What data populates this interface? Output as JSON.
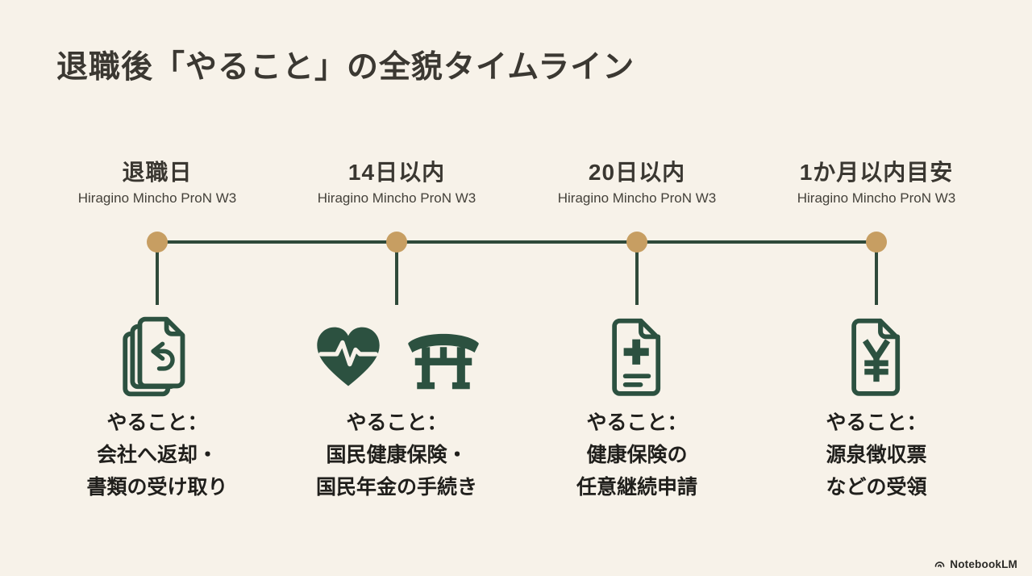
{
  "title": "退職後「やること」の全貌タイムライン",
  "milestones": [
    {
      "heading": "退職日",
      "subheading": "Hiragino Mincho ProN W3",
      "icons": [
        "stacked-documents-return-icon"
      ],
      "task_lines": [
        "やること：",
        "会社へ返却・",
        "書類の受け取り"
      ]
    },
    {
      "heading": "14日以内",
      "subheading": "Hiragino Mincho ProN W3",
      "icons": [
        "heart-pulse-icon",
        "torii-gate-icon"
      ],
      "task_lines": [
        "やること：",
        "国民健康保険・",
        "国民年金の手続き"
      ]
    },
    {
      "heading": "20日以内",
      "subheading": "Hiragino Mincho ProN W3",
      "icons": [
        "medical-document-icon"
      ],
      "task_lines": [
        "やること：",
        "健康保険の",
        "任意継続申請"
      ]
    },
    {
      "heading": "1か月以内目安",
      "subheading": "Hiragino Mincho ProN W3",
      "icons": [
        "yen-document-icon"
      ],
      "task_lines": [
        "やること：",
        "源泉徴収票",
        "などの受領"
      ]
    }
  ],
  "footer": {
    "brand": "NotebookLM"
  },
  "colors": {
    "background": "#f7f2e9",
    "timeline_line": "#2f4a3a",
    "timeline_dot": "#c79e62",
    "icon_green": "#2c5140",
    "title_text": "#3b3832",
    "task_text": "#201f1c"
  }
}
